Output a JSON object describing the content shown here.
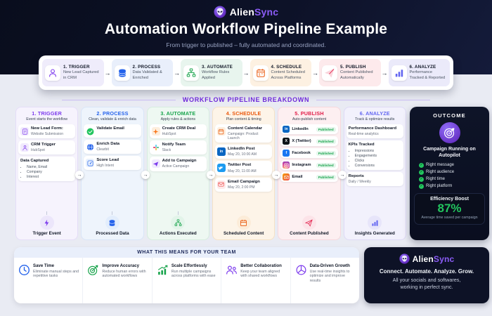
{
  "brand": {
    "alien": "Alien",
    "sync": "Sync"
  },
  "header": {
    "title": "Automation Workflow Pipeline Example",
    "subtitle": "From trigger to published – fully automated and coordinated."
  },
  "glyphs": {
    "arrow": "→",
    "check": "✓"
  },
  "pipeline": {
    "steps": [
      {
        "label": "1. TRIGGER",
        "desc": "New Lead Captured in CRM",
        "icon": "person-icon"
      },
      {
        "label": "2. PROCESS",
        "desc": "Data Validated & Enriched",
        "icon": "database-icon"
      },
      {
        "label": "3. AUTOMATE",
        "desc": "Workflow Rules Applied",
        "icon": "sitemap-icon"
      },
      {
        "label": "4. SCHEDULE",
        "desc": "Content Scheduled Across Platforms",
        "icon": "calendar-icon"
      },
      {
        "label": "5. PUBLISH",
        "desc": "Content Published Automatically",
        "icon": "paper-plane-icon"
      },
      {
        "label": "6. ANALYZE",
        "desc": "Performance Tracked & Reported",
        "icon": "bar-chart-icon"
      }
    ]
  },
  "breakdown": {
    "title": "WORKFLOW PIPELINE BREAKDOWN",
    "columns": [
      {
        "title": "1. TRIGGER",
        "subtitle": "Event starts the workflow",
        "footer": "Trigger Event",
        "cards": [
          {
            "title": "New Lead Form:",
            "subtitle": "Website Submission"
          },
          {
            "title": "CRM Trigger",
            "subtitle": "HubSpot"
          },
          {
            "title": "Data Captured",
            "bullets": [
              "Name, Email",
              "Company",
              "Interest"
            ]
          }
        ]
      },
      {
        "title": "2. PROCESS",
        "subtitle": "Clean, validate & enrich data",
        "footer": "Processed Data",
        "cards": [
          {
            "title": "Validate Email",
            "subtitle": ""
          },
          {
            "title": "Enrich Data",
            "subtitle": "Clearbit"
          },
          {
            "title": "Score Lead",
            "subtitle": "High Intent"
          }
        ]
      },
      {
        "title": "3. AUTOMATE",
        "subtitle": "Apply rules & actions",
        "footer": "Actions Executed",
        "cards": [
          {
            "title": "Create CRM Deal",
            "subtitle": "HubSpot"
          },
          {
            "title": "Notify Team",
            "subtitle": "Slack"
          },
          {
            "title": "Add to Campaign",
            "subtitle": "Active Campaign"
          }
        ]
      },
      {
        "title": "4. SCHEDULE",
        "subtitle": "Plan content & timing",
        "footer": "Scheduled Content",
        "cards": [
          {
            "title": "Content Calendar",
            "subtitle": "Campaign: Product Launch"
          },
          {
            "title": "LinkedIn Post",
            "subtitle": "May 20, 10:00 AM"
          },
          {
            "title": "Twitter Post",
            "subtitle": "May 20, 11:00 AM"
          },
          {
            "title": "Email Campaign",
            "subtitle": "May 20, 2:00 PM"
          }
        ]
      },
      {
        "title": "5. PUBLISH",
        "subtitle": "Auto-publish content",
        "footer": "Content Published",
        "channels": [
          {
            "name": "LinkedIn",
            "status": "Published",
            "glyph": "in"
          },
          {
            "name": "X (Twitter)",
            "status": "Published",
            "glyph": "X"
          },
          {
            "name": "Facebook",
            "status": "Published",
            "glyph": "f"
          },
          {
            "name": "Instagram",
            "status": "Published",
            "glyph": ""
          },
          {
            "name": "Email",
            "status": "Published",
            "glyph": ""
          }
        ]
      },
      {
        "title": "6. ANALYZE",
        "subtitle": "Track & optimize results",
        "footer": "Insights Generated",
        "cards": [
          {
            "title": "Performance Dashboard",
            "subtitle": "Real-time analytics"
          },
          {
            "title": "KPIs Tracked",
            "bullets": [
              "Impressions",
              "Engagements",
              "Clicks",
              "Conversions"
            ]
          },
          {
            "title": "Reports",
            "subtitle": "Daily / Weekly"
          }
        ]
      }
    ]
  },
  "outcome": {
    "title": "OUTCOME",
    "headline": "Campaign Running on Autopilot",
    "checks": [
      "Right message",
      "Right audience",
      "Right time",
      "Right platform"
    ],
    "boost_label": "Efficiency Boost",
    "boost_value": "87%",
    "boost_desc": "Average time saved per campaign"
  },
  "team": {
    "title": "WHAT THIS MEANS FOR YOUR TEAM",
    "items": [
      {
        "title": "Save Time",
        "desc": "Eliminate manual steps and repetitive tasks"
      },
      {
        "title": "Improve Accuracy",
        "desc": "Reduce human errors with automated workflows"
      },
      {
        "title": "Scale Effortlessly",
        "desc": "Run multiple campaigns across platforms with ease"
      },
      {
        "title": "Better Collaboration",
        "desc": "Keep your team aligned with shared workflows"
      },
      {
        "title": "Data-Driven Growth",
        "desc": "Use real-time insights to optimize and improve results"
      }
    ]
  },
  "footer_brand": {
    "tagline": "Connect. Automate. Analyze. Grow.",
    "line1": "All your socials and softwares,",
    "line2": "working in perfect sync."
  },
  "colors": {
    "header_bg": "#0d1228",
    "accent_purple": "#7c3aed",
    "accent_blue": "#2563eb",
    "accent_green": "#16a34a",
    "accent_orange": "#ea580c",
    "accent_pink": "#e11d48",
    "accent_indigo": "#6366f1",
    "success_green": "#22c55e",
    "page_bg": "#e9ebf3"
  }
}
